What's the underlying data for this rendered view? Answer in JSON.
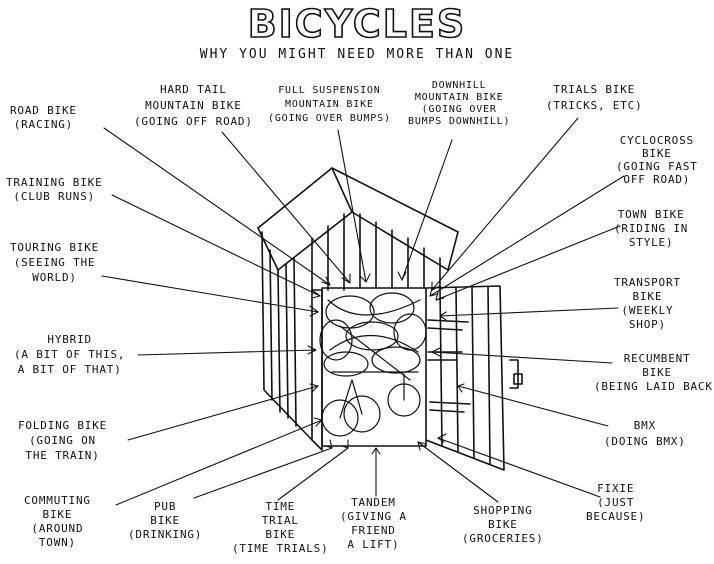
{
  "title": "BICYCLES",
  "subtitle": "WHY YOU MIGHT NEED MORE THAN ONE",
  "labels": {
    "road": {
      "name": "ROAD BIKE",
      "desc": "(RACING)"
    },
    "training": {
      "name": "TRAINING BIKE",
      "desc": "(CLUB RUNS)"
    },
    "touring": {
      "name": "TOURING BIKE",
      "desc1": "(SEEING THE",
      "desc2": "WORLD)"
    },
    "hybrid": {
      "name": "HYBRID",
      "desc1": "(A BIT OF THIS,",
      "desc2": "A BIT OF THAT)"
    },
    "folding": {
      "name": "FOLDING BIKE",
      "desc1": "(GOING ON",
      "desc2": "THE TRAIN)"
    },
    "commuting": {
      "name1": "COMMUTING",
      "name2": "BIKE",
      "desc1": "(AROUND",
      "desc2": "TOWN)"
    },
    "pub": {
      "name1": "PUB",
      "name2": "BIKE",
      "desc": "(DRINKING)"
    },
    "timetrial": {
      "name1": "TIME",
      "name2": "TRIAL",
      "name3": "BIKE",
      "desc": "(TIME TRIALS)"
    },
    "tandem": {
      "name": "TANDEM",
      "desc1": "(GIVING A",
      "desc2": "FRIEND",
      "desc3": "A LIFT)"
    },
    "shopping": {
      "name1": "SHOPPING",
      "name2": "BIKE",
      "desc": "(GROCERIES)"
    },
    "fixie": {
      "name": "FIXIE",
      "desc1": "(JUST",
      "desc2": "BECAUSE)"
    },
    "bmx": {
      "name": "BMX",
      "desc": "(DOING BMX)"
    },
    "recumbent": {
      "name1": "RECUMBENT",
      "name2": "BIKE",
      "desc": "(BEING LAID BACK)"
    },
    "transport": {
      "name1": "TRANSPORT",
      "name2": "BIKE",
      "desc1": "(WEEKLY",
      "desc2": "SHOP)"
    },
    "town": {
      "name": "TOWN BIKE",
      "desc1": "(RIDING IN",
      "desc2": "STYLE)"
    },
    "cyclocross": {
      "name1": "CYCLOCROSS",
      "name2": "BIKE",
      "desc1": "(GOING FAST",
      "desc2": "OFF ROAD)"
    },
    "trials": {
      "name": "TRIALS BIKE",
      "desc": "(TRICKS, ETC)"
    },
    "downhill": {
      "name1": "DOWNHILL",
      "name2": "MOUNTAIN BIKE",
      "desc1": "(GOING OVER",
      "desc2": "BUMPS DOWNHILL)"
    },
    "fullsusp": {
      "name1": "FULL SUSPENSION",
      "name2": "MOUNTAIN BIKE",
      "desc": "(GOING OVER BUMPS)"
    },
    "hardtail": {
      "name1": "HARD TAIL",
      "name2": "MOUNTAIN BIKE",
      "desc": "(GOING OFF ROAD)"
    }
  }
}
